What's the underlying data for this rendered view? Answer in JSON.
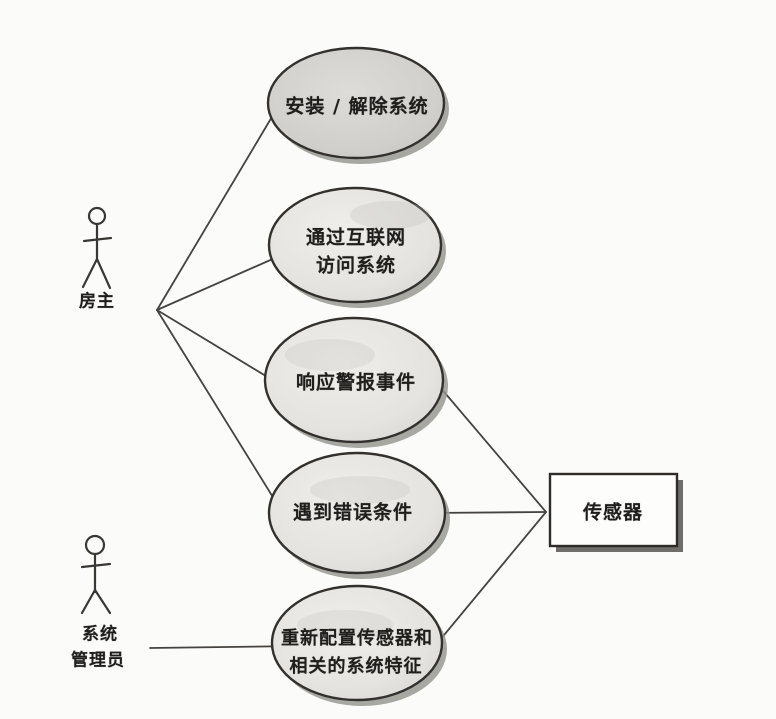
{
  "diagram": {
    "type": "uml-use-case-diagram",
    "actors": {
      "homeowner": {
        "label": "房主"
      },
      "sysadmin": {
        "lines": [
          "系统",
          "管理员"
        ]
      }
    },
    "use_cases": {
      "uc1": {
        "lines": [
          "安装 / 解除系统"
        ]
      },
      "uc2": {
        "lines": [
          "通过互联网",
          "访问系统"
        ]
      },
      "uc3": {
        "lines": [
          "响应警报事件"
        ]
      },
      "uc4": {
        "lines": [
          "遇到错误条件"
        ]
      },
      "uc5": {
        "lines": [
          "重新配置传感器和",
          "相关的系统特征"
        ]
      }
    },
    "system_box": {
      "label": "传感器"
    },
    "associations": [
      "homeowner-uc1",
      "homeowner-uc2",
      "homeowner-uc3",
      "homeowner-uc4",
      "sysadmin-uc5",
      "uc3-sensor",
      "uc4-sensor",
      "uc5-sensor"
    ]
  },
  "colors": {
    "background": "#fbfbf9",
    "ellipse_stroke": "#33312d",
    "ellipse_fill_light": "#eceae6",
    "ellipse_fill_dark": "#d6d5d1",
    "shape_shadow": "#94938d",
    "connector_line": "#45433f",
    "text": "#1f1e1c",
    "box_fill": "#fdfdfc"
  }
}
